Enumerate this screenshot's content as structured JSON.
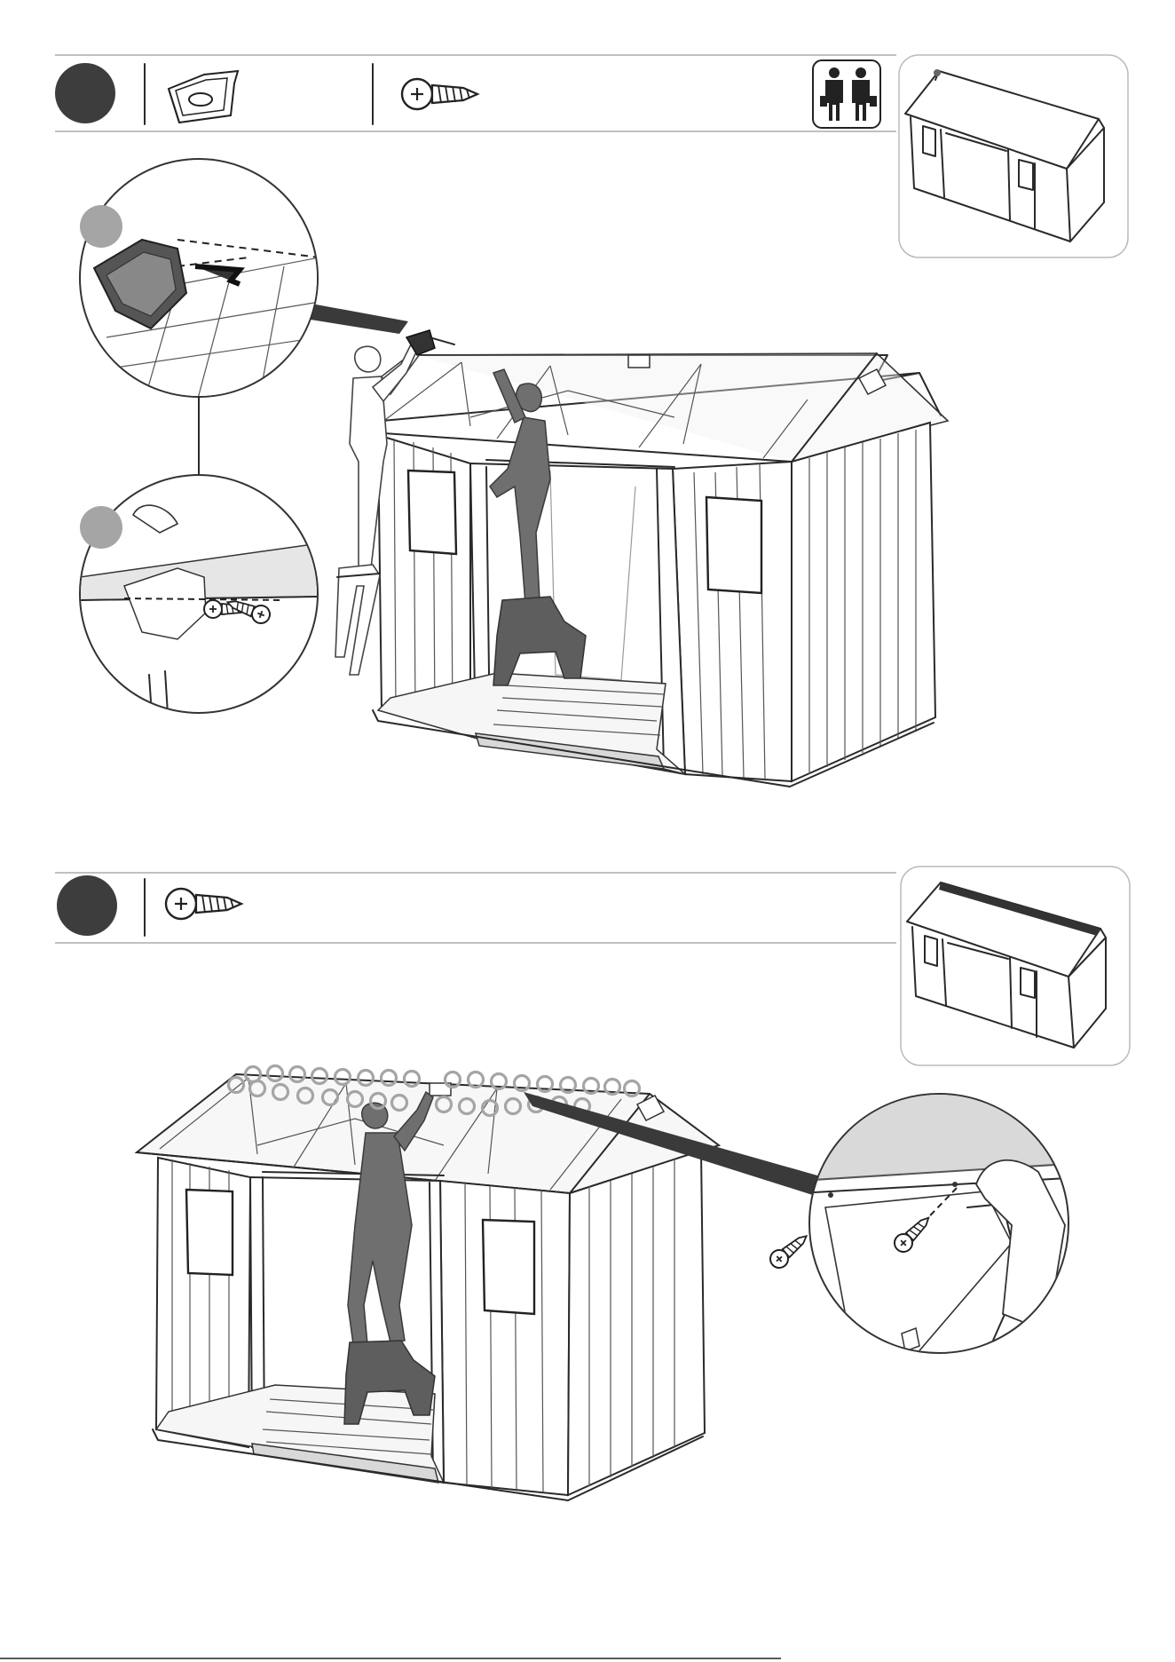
{
  "manual": {
    "steps": [
      {
        "step_badge": "step-1",
        "parts": [
          "roof-corner-cap-part",
          "screw"
        ],
        "people_required": 2,
        "overview": "shed-with-roof-corner-highlight"
      },
      {
        "step_badge": "step-2",
        "parts": [
          "screw"
        ],
        "overview": "shed-with-ridge-highlight"
      }
    ],
    "colors": {
      "badge": "#3d3d3d",
      "person": "#6f6f6f",
      "stool": "#5e5e5e",
      "highlight_band": "#d9d9d9",
      "screw_ring": "#a5a5a5"
    },
    "screw_positions_count": 32
  }
}
